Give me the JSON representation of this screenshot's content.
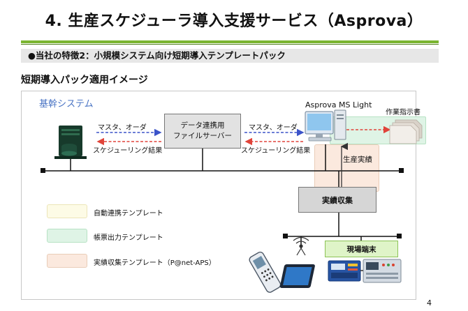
{
  "header": {
    "title": "4. 生産スケジューラ導入支援サービス（Asprova）",
    "feature": "●当社の特徴2：小規模システム向け短期導入テンプレートパック",
    "subtitle": "短期導入パック適用イメージ"
  },
  "diagram": {
    "core_system_label": "基幹システム",
    "file_server_line1": "データ連携用",
    "file_server_line2": "ファイルサーバー",
    "left_flow_master": "マスタ、オーダ",
    "left_flow_result": "スケジューリング結果",
    "right_flow_master": "マスタ、オーダ",
    "right_flow_result": "スケジューリング結果",
    "asprova_label": "Asprova MS Light",
    "work_instruction_label": "作業指示書",
    "actual_result_label": "生産実績",
    "actual_collection_label": "実績収集",
    "field_terminal_label": "現場端末"
  },
  "legend": [
    {
      "label": "自動連携テンプレート",
      "color": "#fdfbe6",
      "border": "#ece5b8"
    },
    {
      "label": "帳票出力テンプレート",
      "color": "#dff4e6",
      "border": "#b7e2c4"
    },
    {
      "label": "実績収集テンプレート（P@net-APS）",
      "color": "#fbe9de",
      "border": "#e9cdb8"
    }
  ],
  "colors": {
    "accent_green": "#7bb530",
    "arrow_blue": "#3b53c9",
    "arrow_red": "#e0443a",
    "core_label_blue": "#4a74c4"
  },
  "page_number": "4"
}
